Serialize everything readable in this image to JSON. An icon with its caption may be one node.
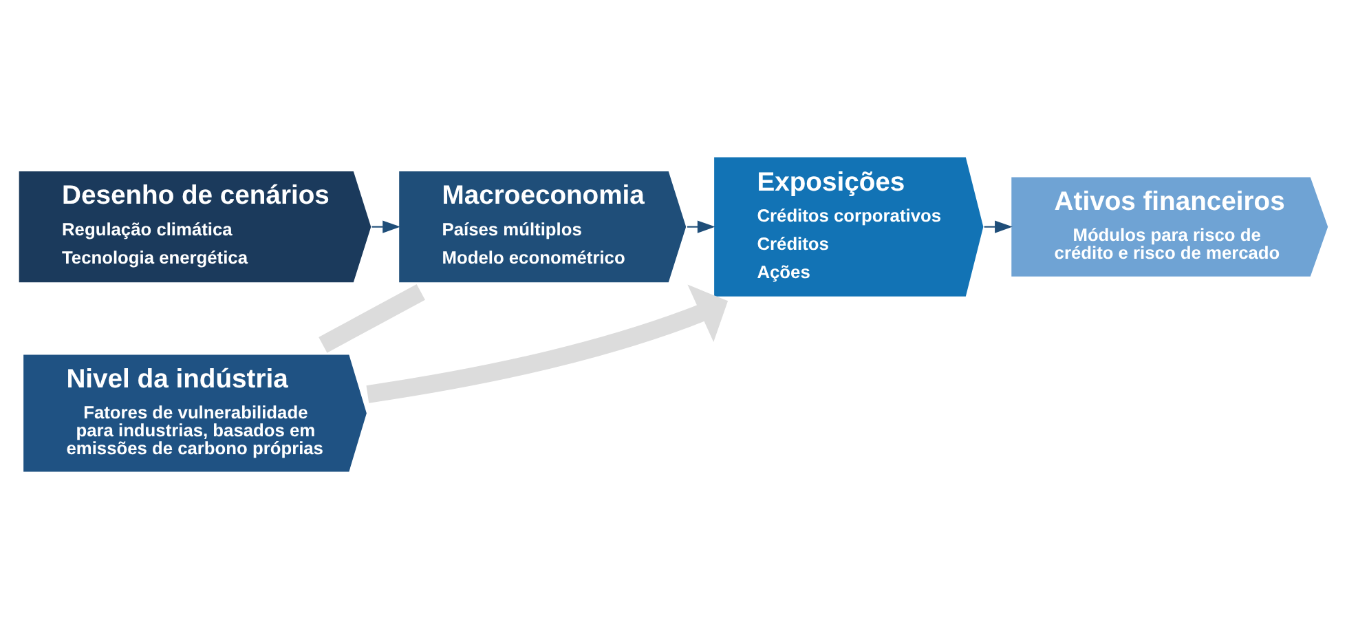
{
  "diagram": {
    "nodes": [
      {
        "text": [
          "Desenho de cenários",
          "Regulação climática",
          "Tecnologia energética"
        ]
      },
      {
        "text": [
          "Macroeconomia",
          "Países múltiplos",
          "Modelo econométrico"
        ]
      },
      {
        "text": [
          "Exposições",
          "Créditos corporativos",
          "Créditos",
          "Ações"
        ]
      },
      {
        "text": [
          "Ativos financeiros",
          "Módulos para risco de crédito e risco de mercado"
        ]
      },
      {
        "text": [
          "Nivel da indústria",
          "Fatores de vulnerabilidade para industrias, basados em emissões de carbono próprias"
        ]
      }
    ],
    "edges": [
      {
        "from": 0,
        "to": 1,
        "arrow": "to"
      },
      {
        "from": 1,
        "to": 2,
        "arrow": "to"
      },
      {
        "from": 2,
        "to": 3,
        "arrow": "to"
      },
      {
        "from": 1,
        "to": 4,
        "arrow": "none",
        "style": "thick",
        "color": "#dcdcdc"
      },
      {
        "from": 4,
        "to": 2,
        "arrow": "to",
        "style": "thick",
        "color": "#dcdcdc"
      }
    ]
  }
}
